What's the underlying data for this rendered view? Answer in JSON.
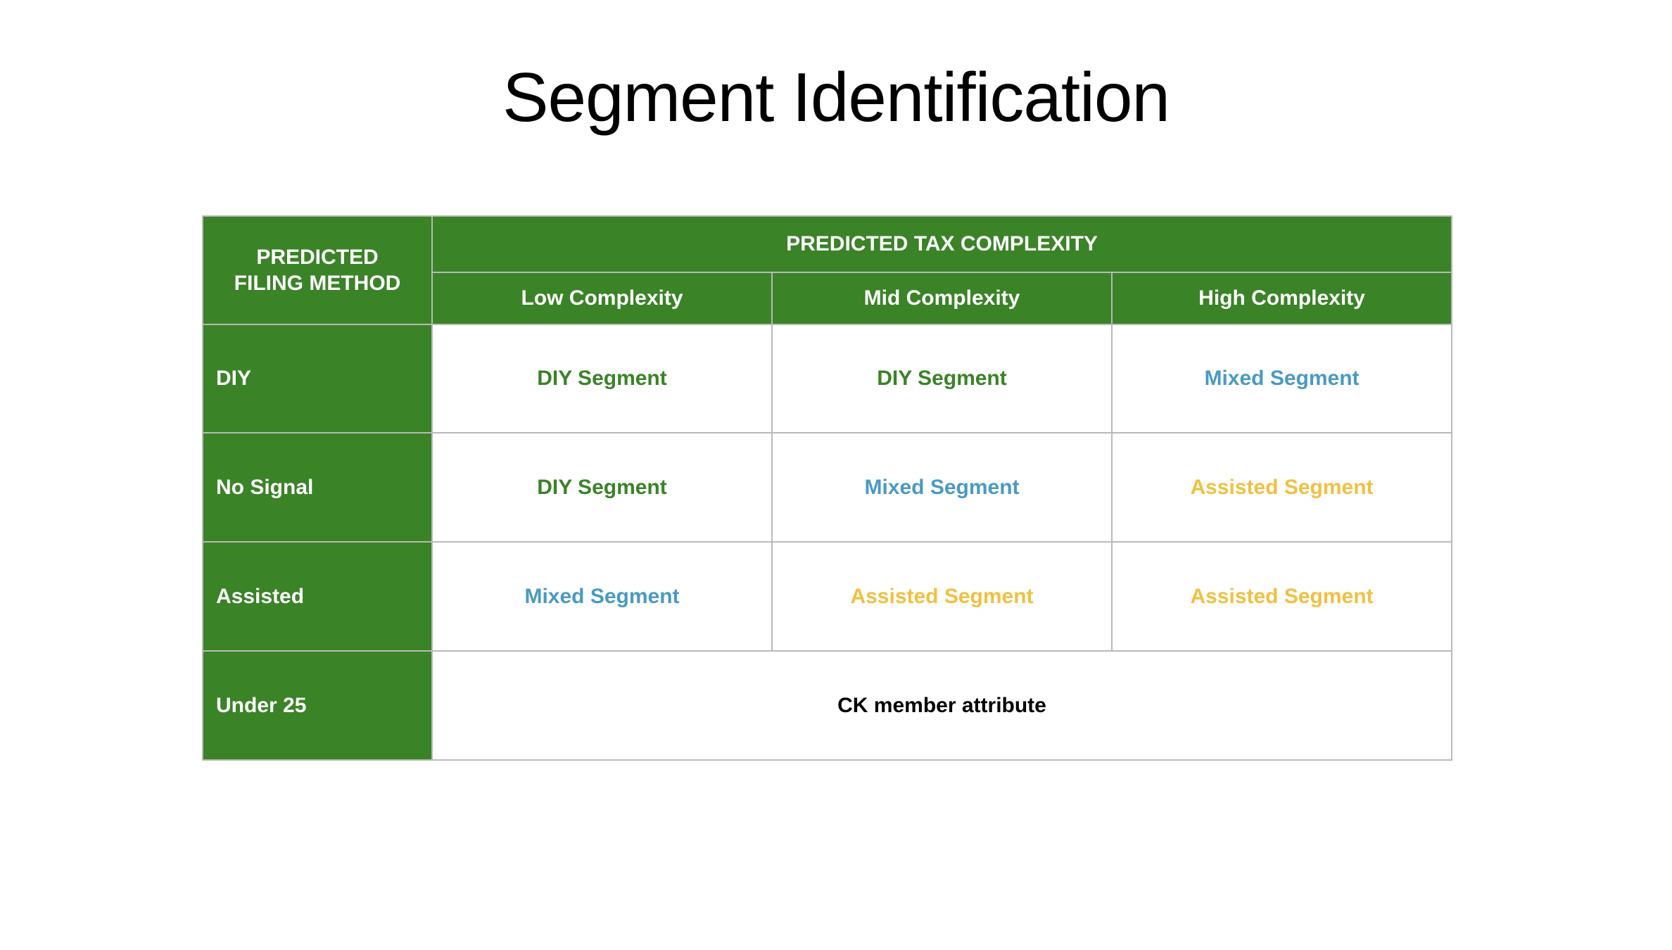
{
  "title": "Segment Identification",
  "colors": {
    "header_bg": "#3a8327",
    "header_text": "#ffffff",
    "diy": "#3a8327",
    "mixed": "#4a9ac2",
    "assisted": "#f2c040",
    "ck": "#000000",
    "border": "#b9b9b9"
  },
  "table": {
    "corner": {
      "line1": "PREDICTED",
      "line2": "FILING METHOD"
    },
    "group_header": "PREDICTED TAX COMPLEXITY",
    "columns": [
      "Low Complexity",
      "Mid Complexity",
      "High Complexity"
    ],
    "rows": [
      {
        "label": "DIY",
        "cells": [
          {
            "text": "DIY Segment",
            "kind": "diy"
          },
          {
            "text": "DIY Segment",
            "kind": "diy"
          },
          {
            "text": "Mixed Segment",
            "kind": "mixed"
          }
        ]
      },
      {
        "label": "No Signal",
        "cells": [
          {
            "text": "DIY Segment",
            "kind": "diy"
          },
          {
            "text": "Mixed Segment",
            "kind": "mixed"
          },
          {
            "text": "Assisted Segment",
            "kind": "assisted"
          }
        ]
      },
      {
        "label": "Assisted",
        "cells": [
          {
            "text": "Mixed Segment",
            "kind": "mixed"
          },
          {
            "text": "Assisted Segment",
            "kind": "assisted"
          },
          {
            "text": "Assisted Segment",
            "kind": "assisted"
          }
        ]
      }
    ],
    "footer_row": {
      "label": "Under 25",
      "text": "CK member attribute"
    }
  }
}
